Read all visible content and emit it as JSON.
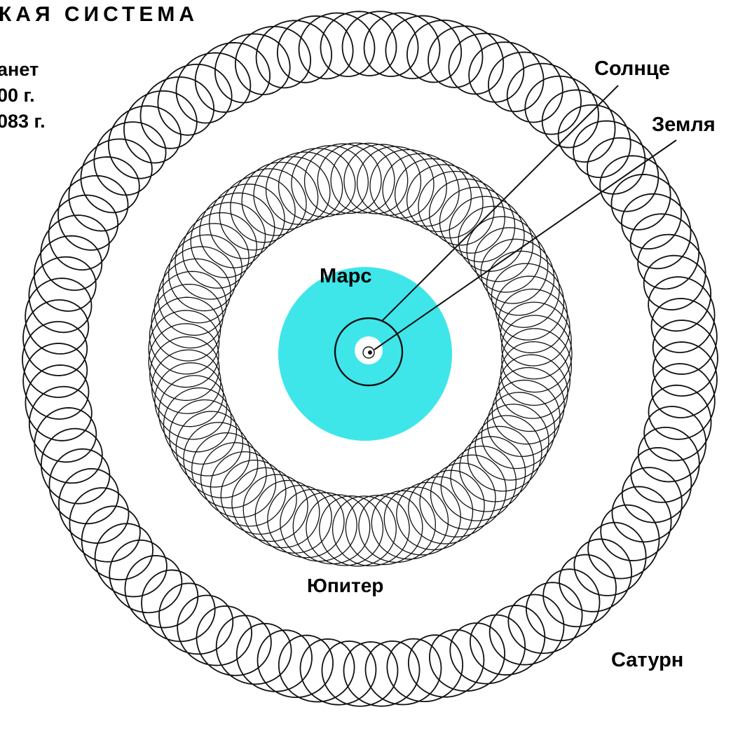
{
  "diagram": {
    "title": "КАЯ СИСТЕМА",
    "side_text": [
      "анет",
      "00 г.",
      "083 г."
    ],
    "labels": {
      "sun": "Солнце",
      "earth": "Земля",
      "mars": "Марс",
      "jupiter": "Юпитер",
      "saturn": "Сатурн"
    },
    "colors": {
      "mars_disk": "#3ee6ea",
      "ink": "#111111",
      "background": "#ffffff"
    }
  }
}
